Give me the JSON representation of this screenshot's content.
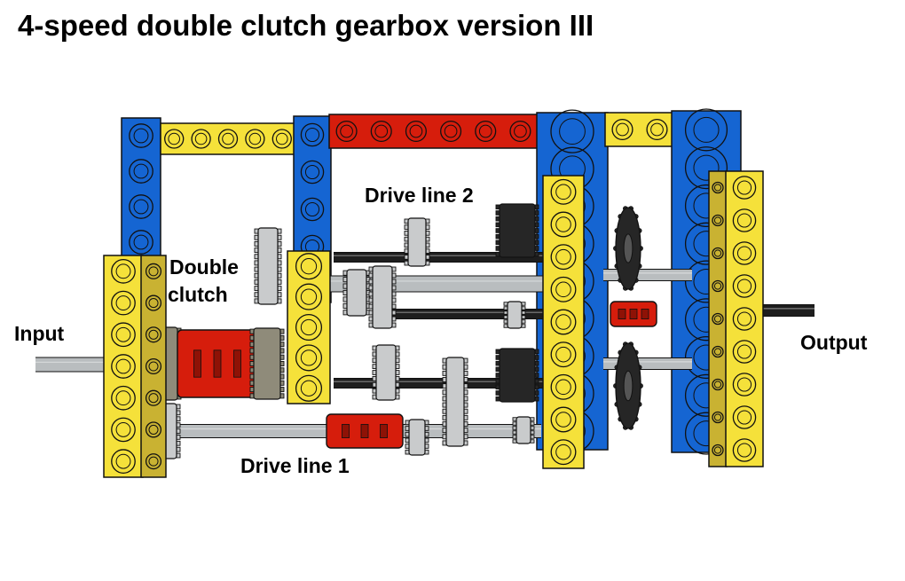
{
  "title": "4-speed double clutch gearbox version III",
  "labels": {
    "input": "Input",
    "output": "Output",
    "double_clutch_line1": "Double",
    "double_clutch_line2": "clutch",
    "drive_line_2": "Drive line 2",
    "drive_line_1": "Drive line 1"
  },
  "colors": {
    "blue_beam": "#1565d2",
    "yellow_beam": "#f5e13a",
    "dark_yellow_beam": "#c9b232",
    "red_part": "#d61d0c",
    "grey_axle": "#b9bdbf",
    "black_axle": "#1e1e1e",
    "grey_gear": "#c9cbcc",
    "dark_gear": "#8f8b7a",
    "black_gear": "#262626"
  }
}
